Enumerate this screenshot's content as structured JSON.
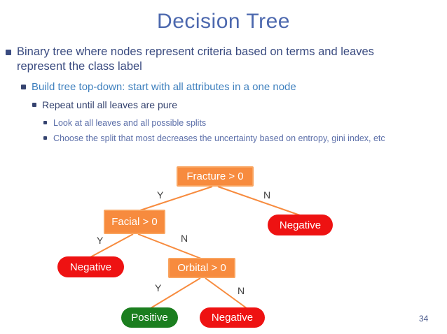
{
  "slide": {
    "title": "Decision Tree",
    "page_number": "34",
    "bullets": [
      {
        "level": 1,
        "text": "Binary tree where nodes represent criteria based on terms and leaves represent the class label"
      },
      {
        "level": 2,
        "text": "Build tree top-down: start with all attributes in a one node"
      },
      {
        "level": 3,
        "text": "Repeat until all leaves are pure"
      },
      {
        "level": 4,
        "text": "Look at all leaves and all possible splits"
      },
      {
        "level": 4,
        "text": "Choose the split that most decreases the uncertainty based on entropy, gini index, etc"
      }
    ]
  },
  "tree": {
    "nodes": {
      "root": "Fracture > 0",
      "facial": "Facial > 0",
      "orbital": "Orbital > 0",
      "negative_right": "Negative",
      "negative_left": "Negative",
      "positive": "Positive",
      "negative_bottom": "Negative"
    },
    "branch_labels": {
      "yes": "Y",
      "no": "N"
    }
  },
  "colors": {
    "title_blue": "#4c68ae",
    "body_text_navy": "#3a4b80",
    "level2_blue": "#3f80be",
    "level4_slate": "#5c6fa9",
    "decision_node_fill": "#f78b3e",
    "decision_node_border": "#f9a45f",
    "leaf_negative_red": "#ee1212",
    "leaf_positive_green": "#1b7e1f",
    "edge_orange": "#f78b3e",
    "branch_label_gray": "#3f3f3f",
    "page_number_blue": "#4a5a8c"
  }
}
